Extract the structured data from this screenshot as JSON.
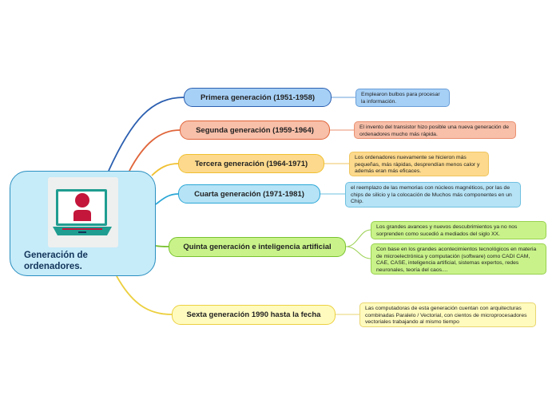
{
  "root": {
    "title": "Generación de ordenadores.",
    "icon": "computer-user-icon"
  },
  "topics": [
    {
      "label": "Primera generación (1951-1958)",
      "color": "#2b5fb0",
      "notes": [
        "Emplearon bulbos para procesar la información."
      ]
    },
    {
      "label": "Segunda generación (1959-1964)",
      "color": "#e0653a",
      "notes": [
        "El invento del transistor hizo posible una nueva generación de ordenadores mucho más rápida."
      ]
    },
    {
      "label": "Tercera generación (1964-1971)",
      "color": "#f0c030",
      "notes": [
        "Los ordenadores nuevamente se hicieron más pequeñas, más rápidas, desprendían menos calor y además eran más eficaces."
      ]
    },
    {
      "label": "Cuarta generación (1971-1981)",
      "color": "#2aa6d6",
      "notes": [
        "el reemplazo de las memorias con núcleos magnéticos, por las de chips de silicio y la colocación de Muchos más componentes en un Chip."
      ]
    },
    {
      "label": "Quinta generación e inteligencia artificial",
      "color": "#79c230",
      "notes": [
        "Los grandes avances y nuevos descubrimientos ya no nos sorprenden como sucedió a mediados del siglo XX.",
        "Con base en los grandes acontecimientos tecnológicos en materia de microelectrónica y computación (software) como CADI CAM, CAE, CASE, inteligencia artificial, sistemas expertos, redes neuronales, teoría del caos...."
      ]
    },
    {
      "label": "Sexta generación 1990 hasta la fecha",
      "color": "#ecd040",
      "notes": [
        "Las computadoras de esta generación cuentan con arquitecturas combinadas Paralelo / Vectorial, con cientos de microprocesadores vectoriales trabajando al mismo tiempo"
      ]
    }
  ]
}
